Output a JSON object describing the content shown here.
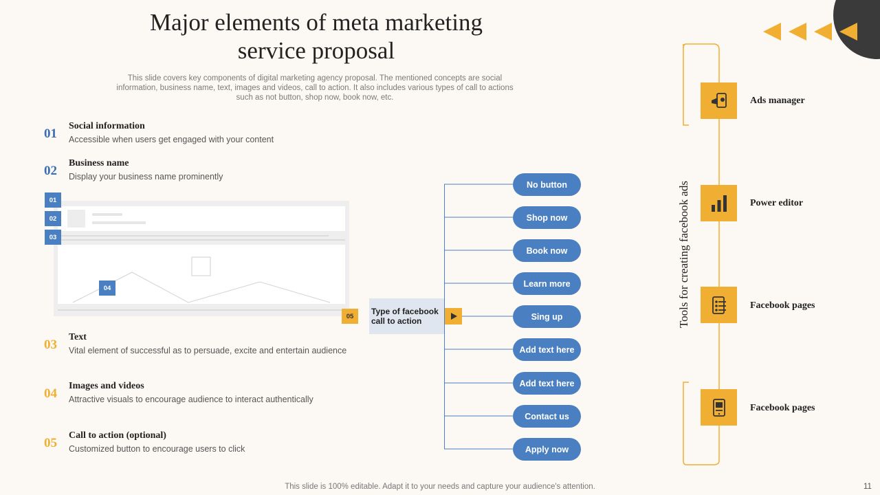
{
  "title": "Major elements of meta marketing service proposal",
  "subtitle": "This slide covers key components of digital marketing agency proposal. The mentioned concepts are social information, business name, text, images and videos, call to action. It also includes various types of call to actions such as not button, shop now, book now, etc.",
  "elements": [
    {
      "num": "01",
      "heading": "Social information",
      "desc": "Accessible when users get engaged with your content"
    },
    {
      "num": "02",
      "heading": "Business name",
      "desc": "Display your business name prominently"
    },
    {
      "num": "03",
      "heading": "Text",
      "desc": "Vital element of successful as to persuade, excite and entertain audience"
    },
    {
      "num": "04",
      "heading": "Images and videos",
      "desc": "Attractive visuals to encourage audience to interact authentically"
    },
    {
      "num": "05",
      "heading": "Call to action (optional)",
      "desc": "Customized button to encourage users to click"
    }
  ],
  "mockup_tags": [
    "01",
    "02",
    "03",
    "04",
    "05"
  ],
  "cta_box": "Type of facebook call to action",
  "cta_buttons": [
    "No button",
    "Shop now",
    "Book now",
    "Learn more",
    "Sing up",
    "Add text here",
    "Add text here",
    "Contact us",
    "Apply now"
  ],
  "tools": {
    "vertical_label": "Tools for creating facebook ads",
    "items": [
      {
        "label": "Ads manager",
        "icon": "megaphone-icon"
      },
      {
        "label": "Power editor",
        "icon": "bar-chart-icon"
      },
      {
        "label": "Facebook pages",
        "icon": "checklist-icon"
      },
      {
        "label": "Facebook pages",
        "icon": "mobile-ad-icon"
      }
    ]
  },
  "footer": "This slide is 100% editable. Adapt it to your needs and capture your audience's attention.",
  "page_number": "11",
  "colors": {
    "blue": "#4a7fc1",
    "orange": "#f0ae32",
    "dark": "#3a3a3a",
    "background": "#fcf9f4"
  }
}
